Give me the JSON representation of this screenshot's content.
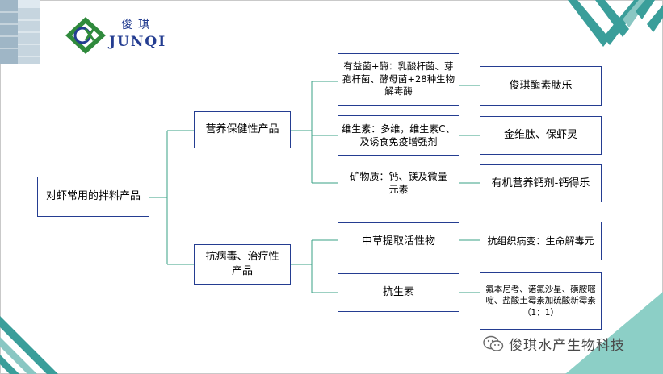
{
  "logo": {
    "cn": "俊琪",
    "en": "JUNQI"
  },
  "diagram": {
    "root": "对虾常用的拌料产品",
    "categories": [
      {
        "label": "营养保健性产品"
      },
      {
        "label": "抗病毒、治疗性产品"
      }
    ],
    "types": [
      {
        "label": "有益菌+酶：乳酸杆菌、芽孢杆菌、酵母菌+28种生物解毒酶"
      },
      {
        "label": "维生素：多维，维生素C、及诱食免疫增强剂"
      },
      {
        "label": "矿物质：钙、镁及微量元素"
      },
      {
        "label": "中草提取活性物"
      },
      {
        "label": "抗生素"
      }
    ],
    "products": [
      {
        "label": "俊琪酶素肽乐"
      },
      {
        "label": "金维肽、保虾灵"
      },
      {
        "label": "有机营养钙剂-钙得乐"
      },
      {
        "label": "抗组织病变：生命解毒元"
      },
      {
        "label": "氟本尼考、诺氟沙星、磺胺嘧啶、盐酸土霉素加硫酸新霉素（1：1）"
      }
    ]
  },
  "watermark": {
    "text": "俊琪水产生物科技",
    "icon": "wechat-icon"
  },
  "colors": {
    "box_border": "#243d91",
    "connector": "#3aa085",
    "accent_teal": "#3a9e9a",
    "logo_green": "#2f8a3c",
    "logo_blue": "#243d91"
  }
}
